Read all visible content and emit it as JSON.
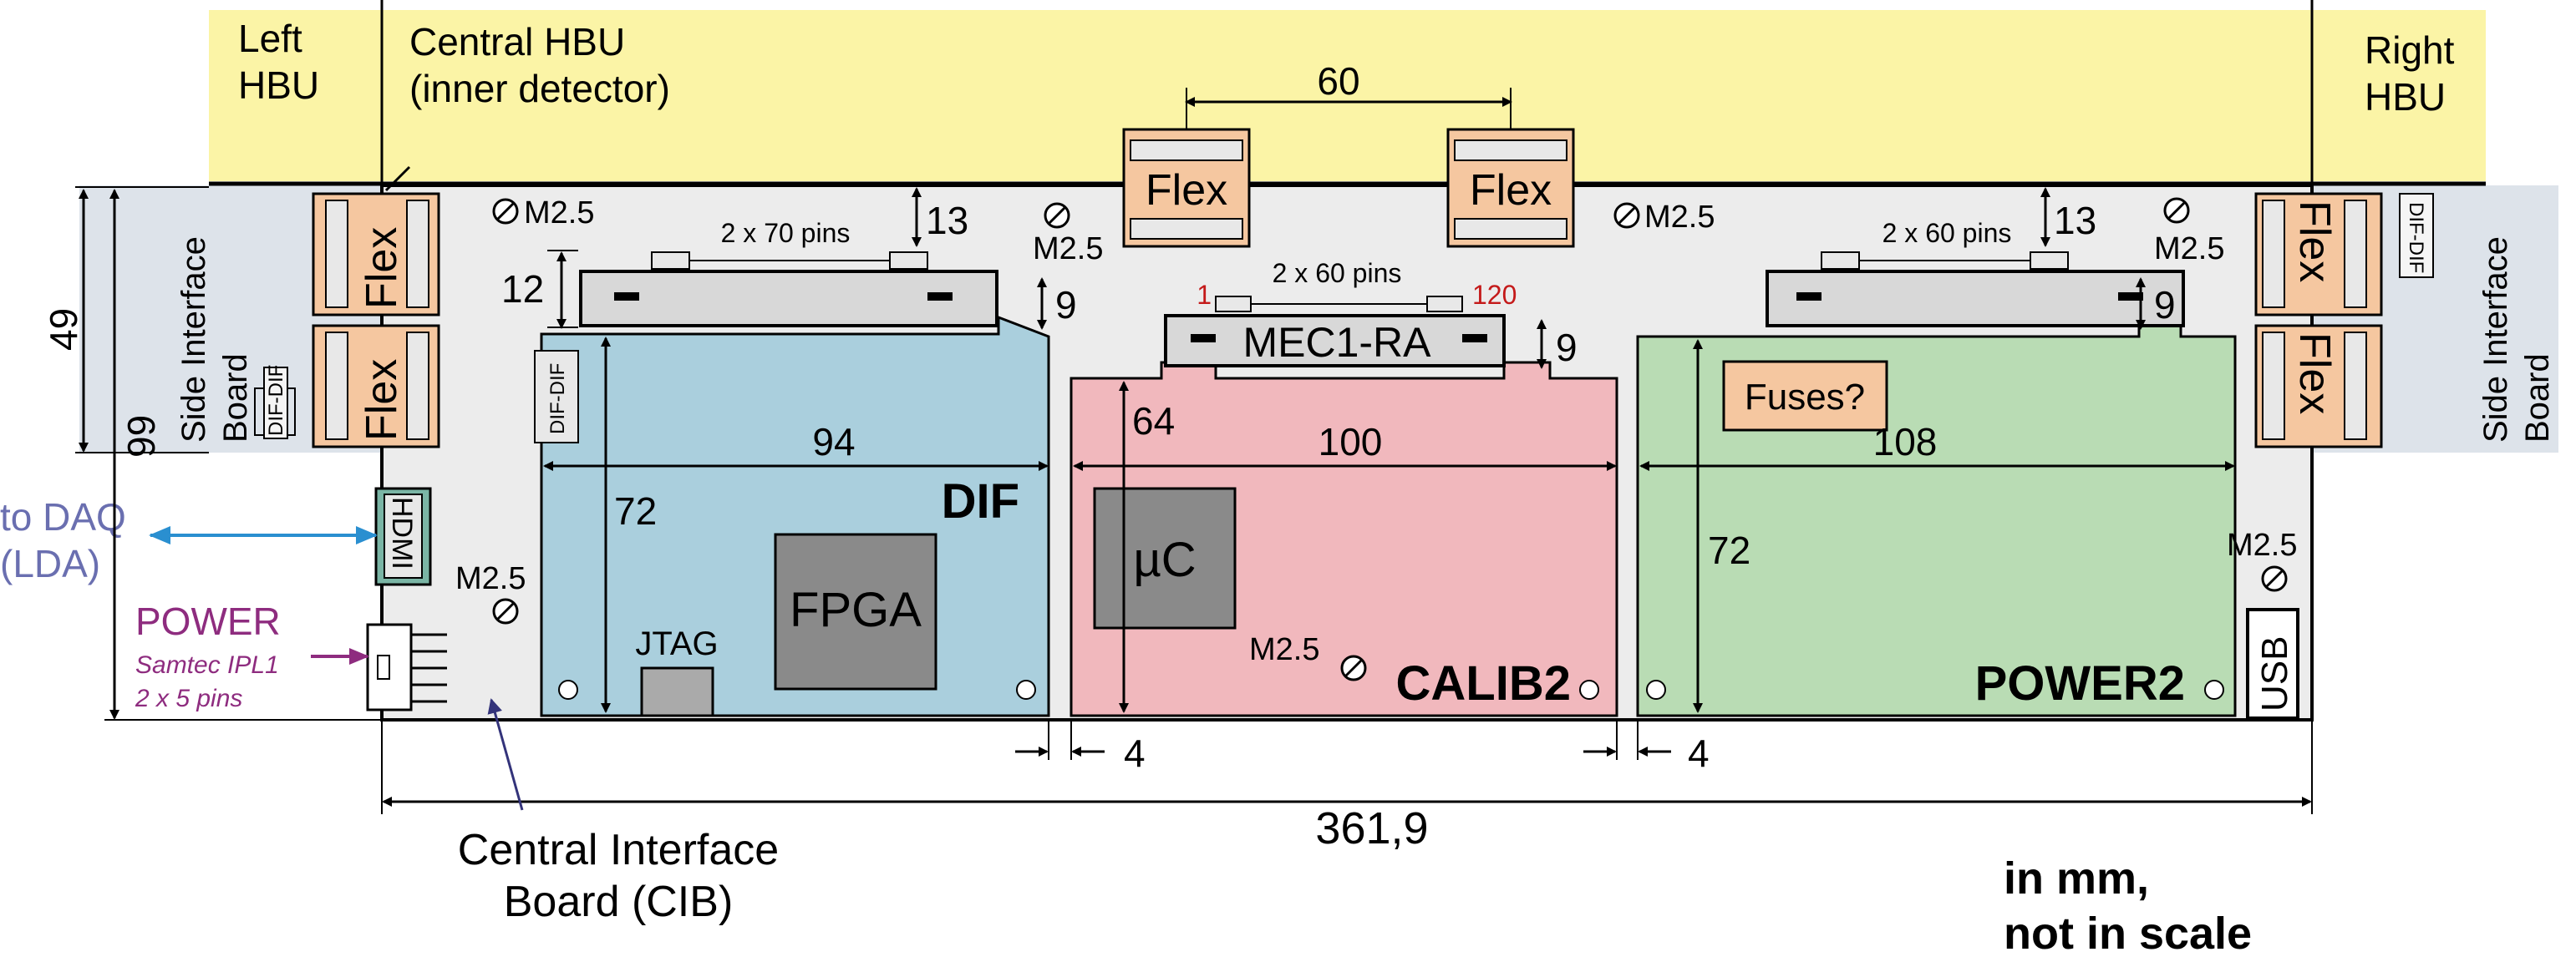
{
  "colors": {
    "hbu": "#fbf4a6",
    "sideBoard": "#dde3ea",
    "cib": "#ececec",
    "dif": "#aacfdd",
    "calib": "#f1b8bd",
    "power": "#b9dcb4",
    "flex": "#f5c7a0",
    "chip": "#8a8a8a",
    "daqArrow": "#2a8fd0",
    "powerText": "#8e2c7f",
    "daqText": "#6a6fb0",
    "pinRed": "#c41a1a",
    "line": "#000000"
  },
  "hbu": {
    "left": "Left\nHBU",
    "central": "Central HBU\n(inner detector)",
    "right": "Right\nHBU"
  },
  "side_board": {
    "left_label": "Side Interface\nBoard",
    "right_label": "Side Interface\nBoard",
    "dif_dif": "DIF-DIF"
  },
  "flex": [
    "Flex",
    "Flex",
    "Flex",
    "Flex",
    "Flex",
    "Flex"
  ],
  "screws": {
    "m25": "M2.5"
  },
  "connectors": {
    "dif_pins": "2 x 70 pins",
    "mec_pins": "2 x 60 pins",
    "mec_first": "1",
    "mec_last": "120",
    "mec_name": "MEC1-RA",
    "power_pins": "2 x 60 pins"
  },
  "boards": {
    "dif": {
      "name": "DIF",
      "chip": "FPGA",
      "jtag": "JTAG"
    },
    "calib": {
      "name": "CALIB2",
      "chip": "µC"
    },
    "power": {
      "name": "POWER2",
      "fuses": "Fuses?"
    }
  },
  "dimensions": {
    "flex_spacing": "60",
    "d13a": "13",
    "d13b": "13",
    "d12": "12",
    "d9a": "9",
    "d9b": "9",
    "d9c": "9",
    "d49": "49",
    "d99": "99",
    "dif_width": "94",
    "calib_width": "100",
    "power_width": "108",
    "dif_height": "72",
    "calib_height": "64",
    "power_height": "72",
    "gap1": "4",
    "gap2": "4",
    "total": "361,9"
  },
  "cib_items": {
    "hdmi": "HDMI",
    "usb": "USB",
    "dif_dif": "DIF-DIF"
  },
  "external": {
    "daq": "to DAQ\n(LDA)",
    "power": "POWER",
    "samtec": "Samtec IPL1",
    "pins": "2 x 5 pins"
  },
  "captions": {
    "cib": "Central Interface\nBoard (CIB)",
    "units": "in mm,\nnot in scale"
  }
}
